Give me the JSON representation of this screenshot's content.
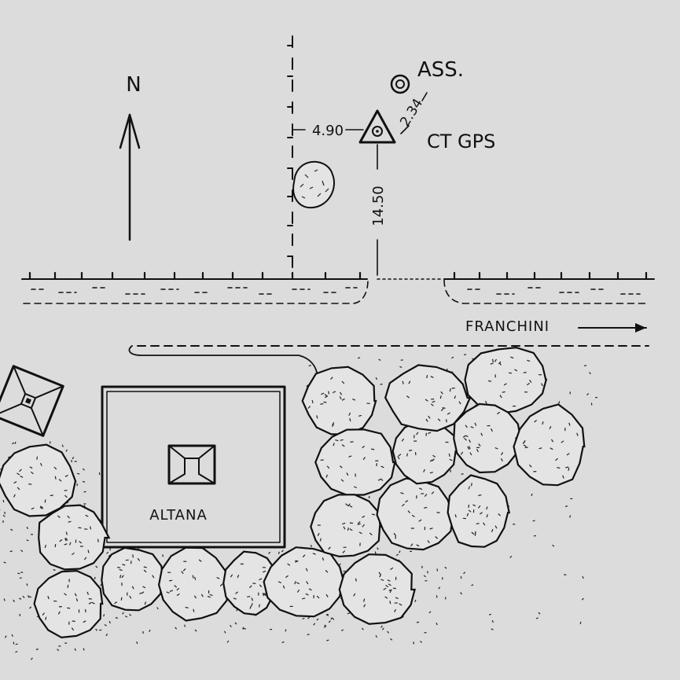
{
  "map": {
    "north_label": "N",
    "station_label": "CT GPS",
    "benchmark_label": "ASS.",
    "dist_benchmark": "2.34",
    "dist_west": "4.90",
    "dist_south": "14.50",
    "road_label": "FRANCHINI",
    "building_label": "ALTANA"
  },
  "colors": {
    "background": "#dcdcdc",
    "ink": "#111111",
    "bush_fill": "#e4e4e4"
  },
  "icons": [
    "north-arrow-icon",
    "gps-station-triangle-icon",
    "benchmark-circle-icon",
    "road-direction-arrow-icon",
    "monument-icon",
    "building-roof-icon"
  ]
}
